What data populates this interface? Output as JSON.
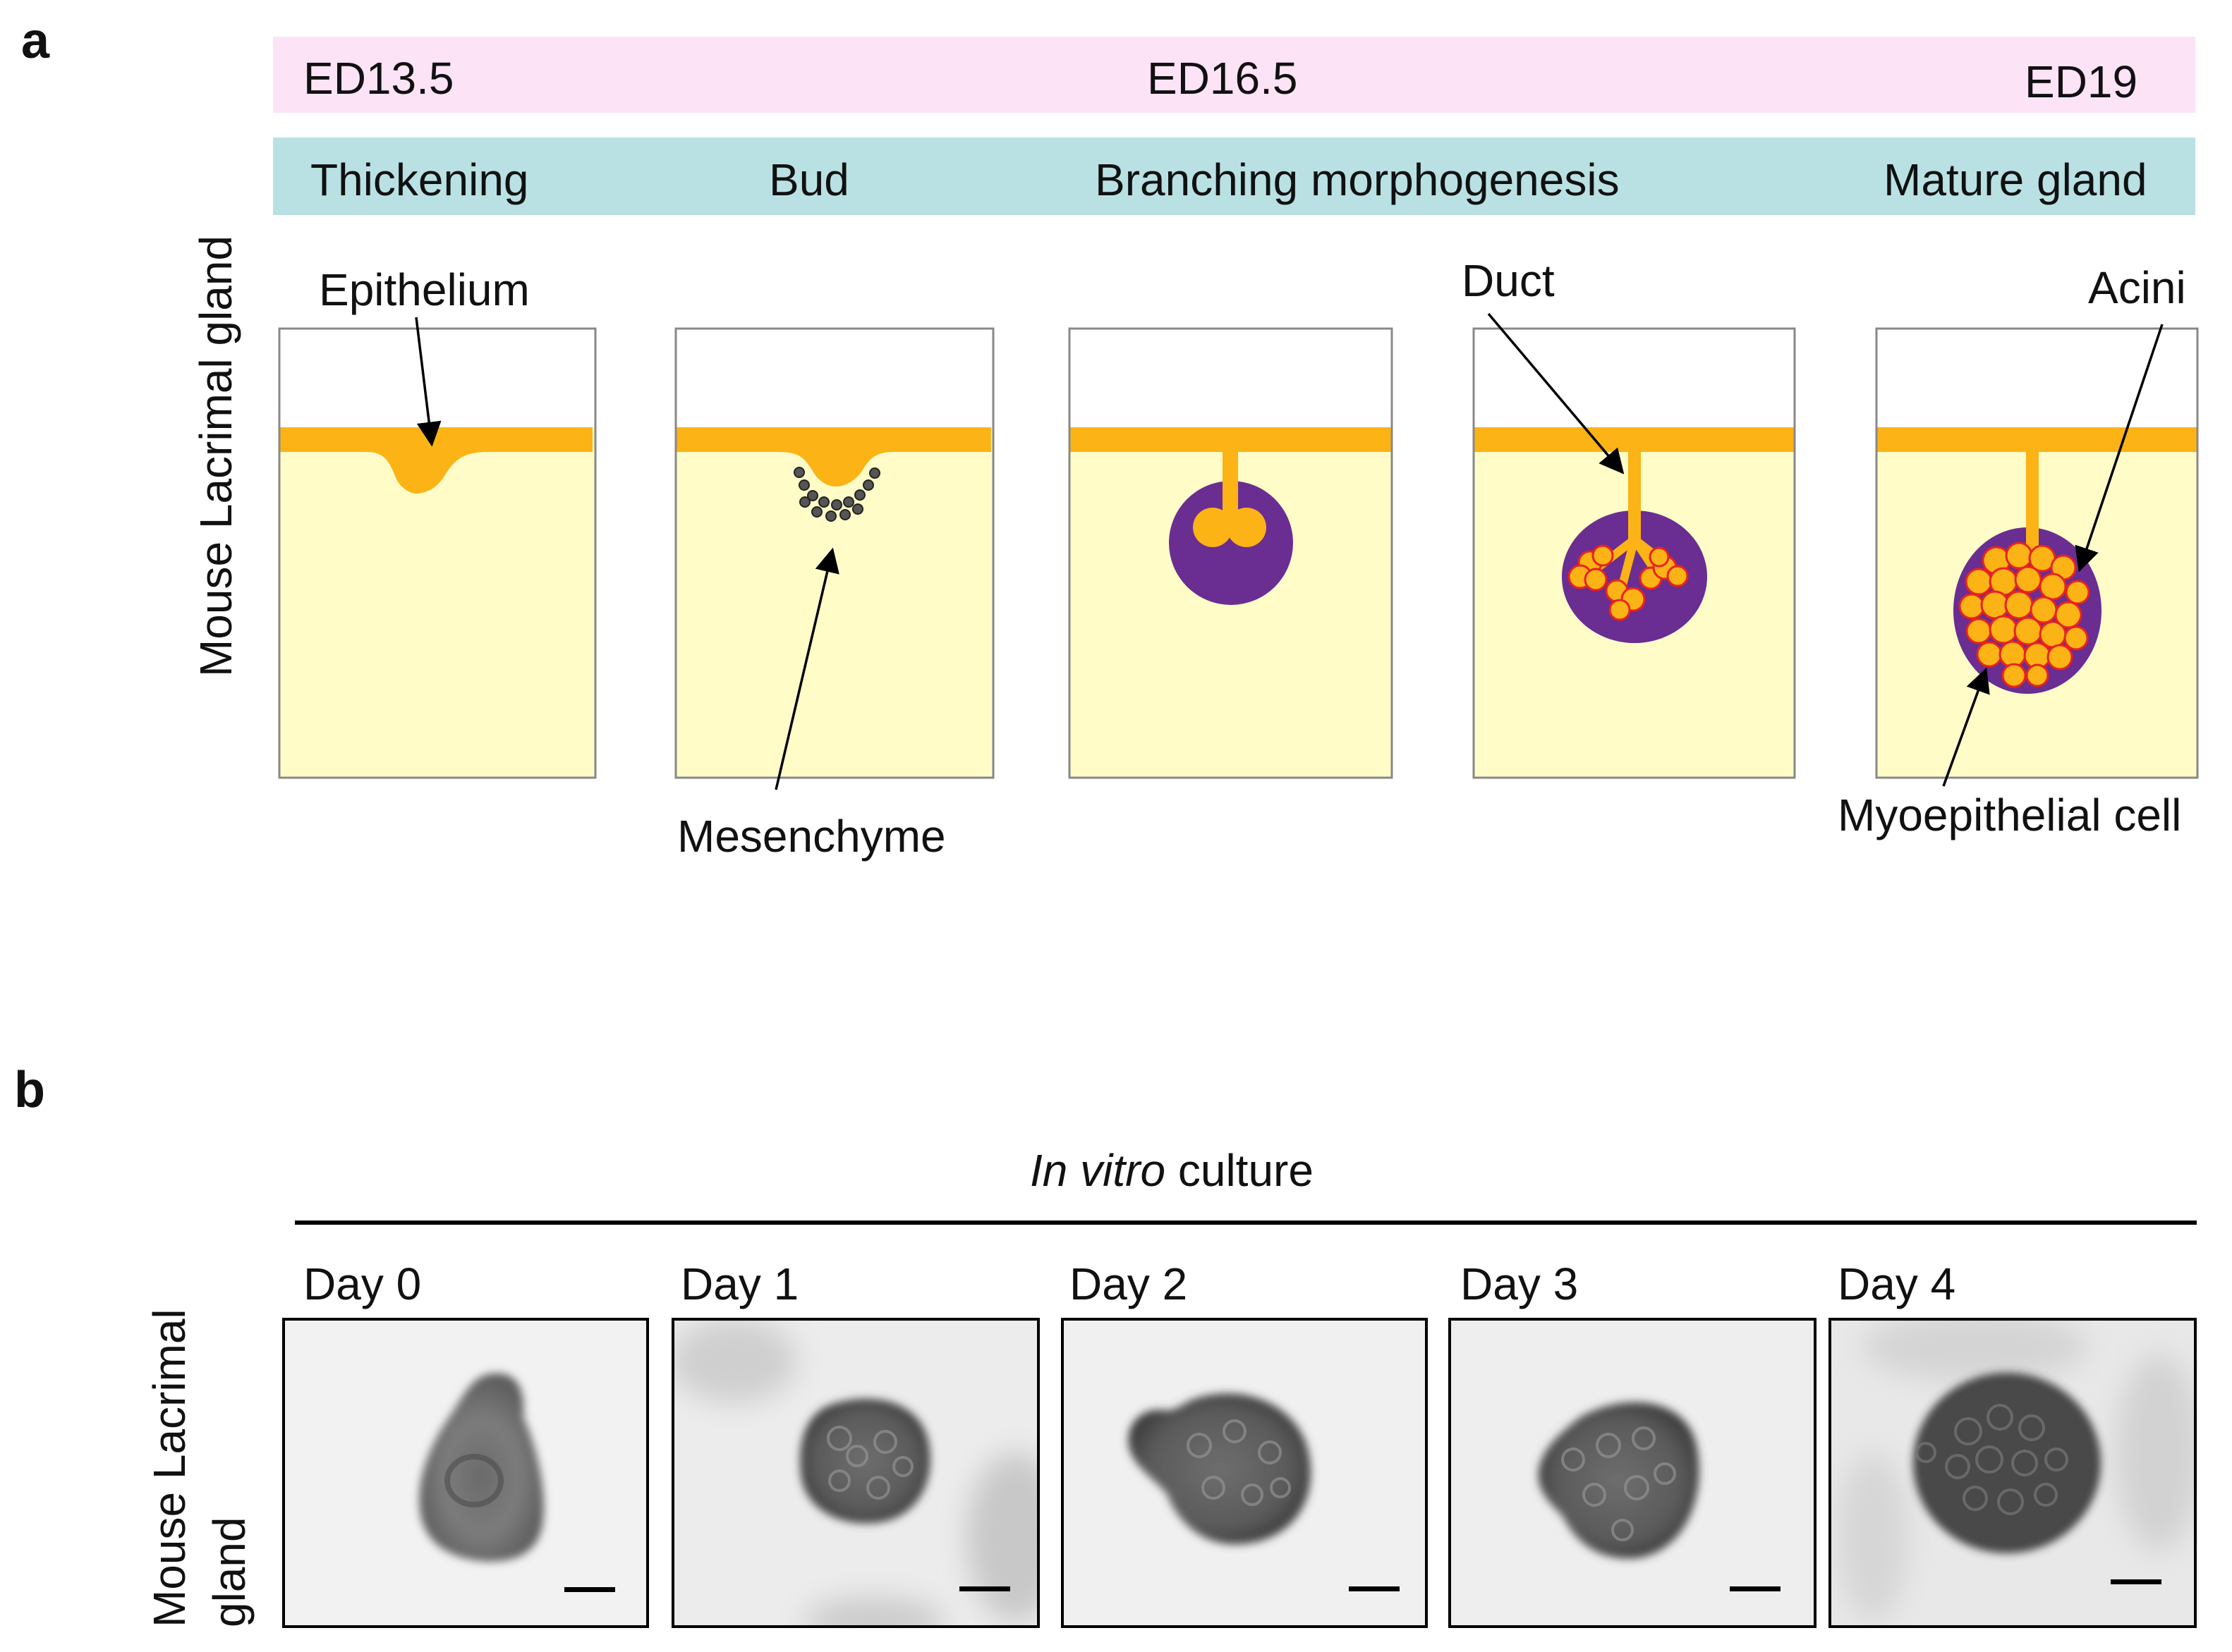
{
  "panel_a": {
    "letter": "a",
    "side_label": "Mouse Lacrimal gland",
    "timeline": [
      "ED13.5",
      "ED16.5",
      "ED19"
    ],
    "stages": [
      "Thickening",
      "Bud",
      "Branching morphogenesis",
      "Mature gland"
    ],
    "annotations": {
      "epithelium": "Epithelium",
      "mesenchyme": "Mesenchyme",
      "duct": "Duct",
      "acini": "Acini",
      "myoepithelial": "Myoepithelial cell"
    },
    "colors": {
      "timeline_bar": "#fde3f6",
      "stage_bar": "#b9e1e3",
      "tissue": "#fffcc8",
      "epithelium": "#fbb316",
      "mesenchyme_condensed": "#6a2d91",
      "acini_outline": "#e8231f",
      "mesenchyme_cell": "#444444"
    }
  },
  "panel_b": {
    "letter": "b",
    "title_italic": "In vitro",
    "title_rest": " culture",
    "side_label_line1": "Mouse Lacrimal",
    "side_label_line2": "gland",
    "days": [
      "Day 0",
      "Day 1",
      "Day 2",
      "Day 3",
      "Day 4"
    ]
  }
}
